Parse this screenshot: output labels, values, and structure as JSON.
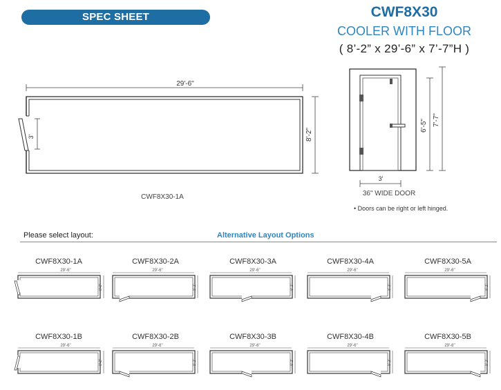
{
  "header": {
    "banner": "SPEC SHEET",
    "model_code": "CWF8X30",
    "model_name": "COOLER WITH FLOOR",
    "model_dims": "( 8’-2” x 29’-6” x 7’-7”H )"
  },
  "main_plan": {
    "width_label": "29'-6\"",
    "depth_label": "8'-2\"",
    "door_label": "3'",
    "caption": "CWF8X30-1A"
  },
  "door_view": {
    "height_outer": "7'-7\"",
    "height_door": "6'-5\"",
    "width_label": "3'",
    "caption": "36\" WIDE DOOR",
    "note": "Doors can be right or left hinged."
  },
  "layout_section": {
    "select_label": "Please select layout:",
    "alt_label": "Alternative Layout Options",
    "option_width_label": "29'-6\"",
    "option_depth_label": "8'-2\"",
    "options": [
      {
        "code": "CWF8X30-1A",
        "door": "left-a"
      },
      {
        "code": "CWF8X30-2A",
        "door": "front-left"
      },
      {
        "code": "CWF8X30-3A",
        "door": "front-center"
      },
      {
        "code": "CWF8X30-4A",
        "door": "front-right"
      },
      {
        "code": "CWF8X30-5A",
        "door": "right"
      },
      {
        "code": "CWF8X30-1B",
        "door": "left-b"
      },
      {
        "code": "CWF8X30-2B",
        "door": "front-left-b"
      },
      {
        "code": "CWF8X30-3B",
        "door": "front-center-b"
      },
      {
        "code": "CWF8X30-4B",
        "door": "front-right-b"
      },
      {
        "code": "CWF8X30-5B",
        "door": "right-b"
      }
    ]
  }
}
